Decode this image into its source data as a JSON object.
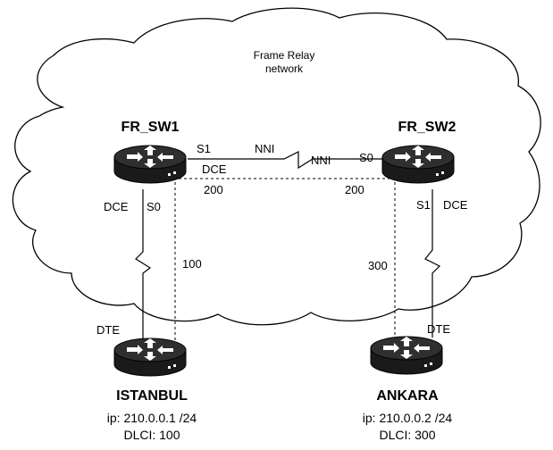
{
  "cloud": {
    "title_line1": "Frame Relay",
    "title_line2": "network"
  },
  "switches": {
    "sw1": {
      "name": "FR_SW1"
    },
    "sw2": {
      "name": "FR_SW2"
    }
  },
  "trunk": {
    "sw1_port": "S1",
    "sw1_nni": "NNI",
    "sw1_dce": "DCE",
    "sw1_dlci": "200",
    "sw2_port": "S0",
    "sw2_nni": "NNI",
    "sw2_dlci": "200"
  },
  "access_left": {
    "switch_role": "DCE",
    "switch_port": "S0",
    "pvc_dlci": "100",
    "router_role": "DTE"
  },
  "access_right": {
    "switch_port": "S1",
    "switch_role": "DCE",
    "pvc_dlci": "300",
    "router_role": "DTE"
  },
  "routers": {
    "istanbul": {
      "name": "ISTANBUL",
      "ip": "ip: 210.0.0.1 /24",
      "dlci": "DLCI: 100"
    },
    "ankara": {
      "name": "ANKARA",
      "ip": "ip: 210.0.0.2 /24",
      "dlci": "DLCI: 300"
    }
  },
  "colors": {
    "device_body": "#1a1a1a",
    "device_top": "#2b2b2b",
    "cloud_stroke": "#000000",
    "line": "#000000"
  }
}
